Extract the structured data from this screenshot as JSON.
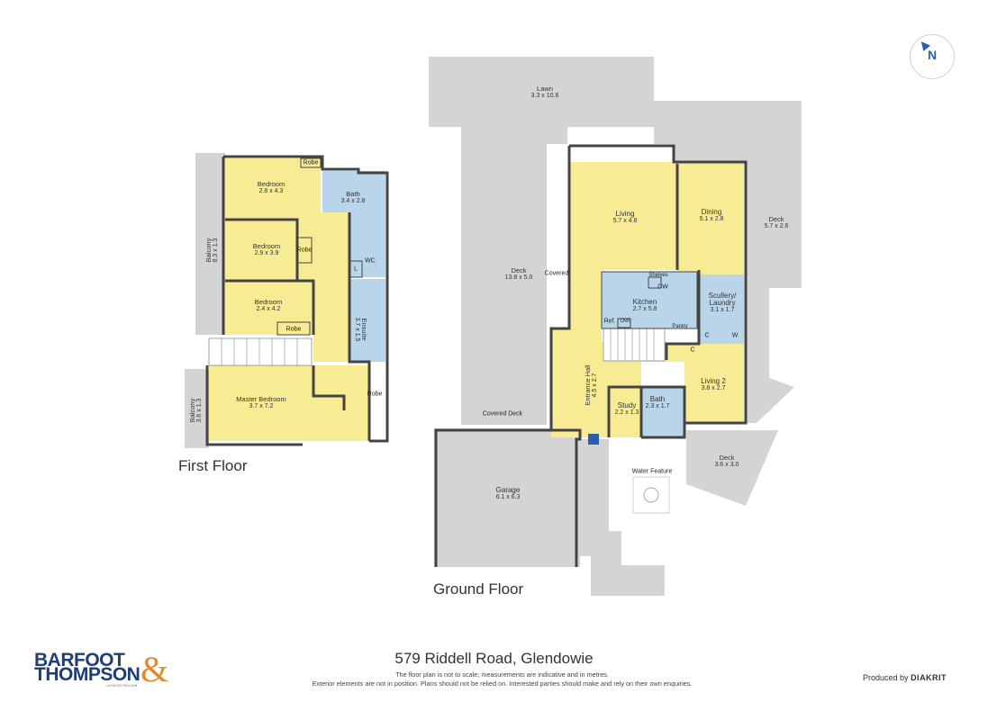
{
  "compass": {
    "label": "N"
  },
  "first_floor": {
    "title": "First Floor",
    "rooms": [
      {
        "key": "bed1",
        "name": "Bedroom",
        "dims": "2.8 x 4.3"
      },
      {
        "key": "bed2",
        "name": "Bedroom",
        "dims": "2.9 x 3.9"
      },
      {
        "key": "bed3",
        "name": "Bedroom",
        "dims": "2.4 x 4.2"
      },
      {
        "key": "bath",
        "name": "Bath",
        "dims": "3.4 x 2.8"
      },
      {
        "key": "master",
        "name": "Master Bedroom",
        "dims": "3.7 x 7.2"
      },
      {
        "key": "balcony1",
        "name": "Balcony",
        "dims": "8.3 x 1.3"
      },
      {
        "key": "balcony2",
        "name": "Balcony",
        "dims": "3.6 x 1.3"
      },
      {
        "key": "ensuite",
        "name": "Ensuite",
        "dims": "3.7 x 1.5"
      }
    ],
    "tags": {
      "robe1": "Robe",
      "robe2": "Robe",
      "robe3": "Robe",
      "robe4": "Robe",
      "wc": "WC",
      "l": "L"
    }
  },
  "ground_floor": {
    "title": "Ground Floor",
    "rooms": [
      {
        "key": "lawn",
        "name": "Lawn",
        "dims": "3.3 x 10.6"
      },
      {
        "key": "deck_main",
        "name": "Deck",
        "dims": "13.8 x 5.0"
      },
      {
        "key": "living",
        "name": "Living",
        "dims": "5.7 x 4.8"
      },
      {
        "key": "dining",
        "name": "Dining",
        "dims": "5.1 x 2.8"
      },
      {
        "key": "deck_side",
        "name": "Deck",
        "dims": "5.7 x 2.6"
      },
      {
        "key": "kitchen",
        "name": "Kitchen",
        "dims": "2.7 x 5.8"
      },
      {
        "key": "scullery",
        "name": "Scullery/ Laundry",
        "dims": "3.1 x 1.7"
      },
      {
        "key": "entrance",
        "name": "Entrance Hall",
        "dims": "4.5 x 2.7"
      },
      {
        "key": "study",
        "name": "Study",
        "dims": "2.2 x 1.3"
      },
      {
        "key": "bath",
        "name": "Bath",
        "dims": "2.3 x 1.7"
      },
      {
        "key": "living2",
        "name": "Living 2",
        "dims": "3.8 x 2.7"
      },
      {
        "key": "deck_small",
        "name": "Deck",
        "dims": "3.6 x 3.0"
      },
      {
        "key": "garage",
        "name": "Garage",
        "dims": "6.1 x 6.3"
      }
    ],
    "tags": {
      "covered": "Covered",
      "covered_deck": "Covered Deck",
      "water_feature": "Water Feature",
      "shelves": "Shelves",
      "dw": "DW",
      "ref": "Ref.",
      "ovn": "Ovn",
      "pantry": "Pantry",
      "c1": "C",
      "c2": "C",
      "w": "W"
    }
  },
  "footer": {
    "address": "579 Riddell Road, Glendowie",
    "disclaimer_1": "The floor plan is not to scale; measurements are indicative and in metres.",
    "disclaimer_2": "Exterior elements are not in position. Plans should not be relied on. Interested parties should make and rely on their own enquiries.",
    "produced_by": "Produced by",
    "producer": "DIAKRIT"
  },
  "logo": {
    "line1": "BARFOOT",
    "line2": "THOMPSON",
    "amp": "&",
    "sub": "LICENSED REA 2008"
  },
  "colors": {
    "room": "#f7ec94",
    "wet": "#b9d5ea",
    "deck": "#d4d4d4",
    "wall": "#444444",
    "accent": "#2b5fae",
    "brand": "#1f3e78",
    "brand_amp": "#e2892c"
  }
}
